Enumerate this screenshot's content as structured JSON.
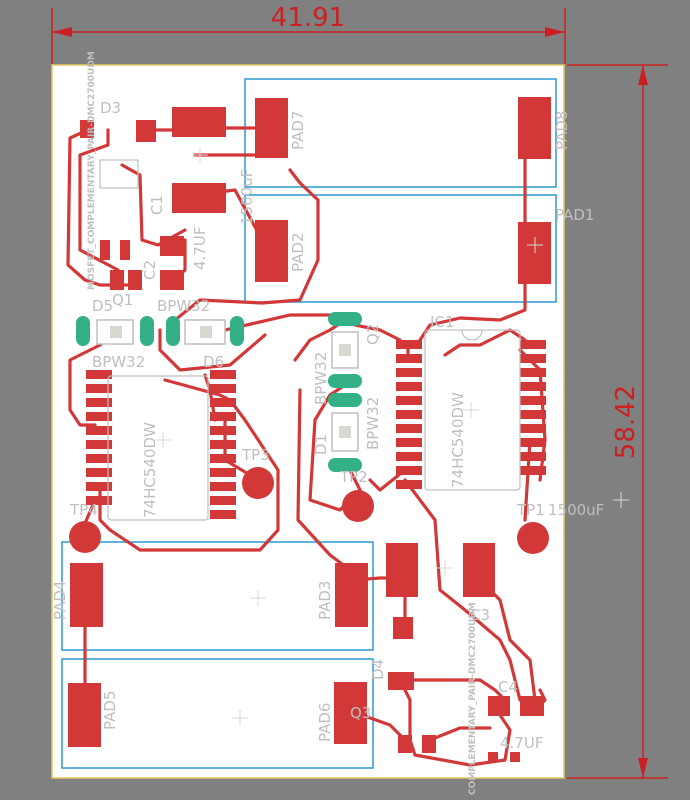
{
  "dimensions": {
    "width": "41.91",
    "height": "58.42"
  },
  "pads": [
    "PAD7",
    "PAD8",
    "PAD1",
    "PAD2",
    "PAD3",
    "PAD4",
    "PAD5",
    "PAD6"
  ],
  "components": [
    "D3",
    "C1",
    "C2",
    "4.7UF",
    "1500uF",
    "D6",
    "BPW32",
    "Q1",
    "D5",
    "Q2",
    "D1",
    "IC1",
    "74HC540DW",
    "TP1",
    "TP2",
    "TP3",
    "TP4",
    "C3",
    "C4",
    "D4"
  ],
  "labels": {
    "d3": "D3",
    "c1": "C1",
    "c2": "C2",
    "uf47_a": "4.7UF",
    "uf1500_a": "1500uF",
    "pad7": "PAD7",
    "pad8": "PAD8",
    "pad1": "PAD1",
    "pad2": "PAD2",
    "pad3": "PAD3",
    "pad4": "PAD4",
    "pad5": "PAD5",
    "pad6": "PAD6",
    "d5": "D5",
    "q1": "Q1",
    "bpw32_a": "BPW32",
    "bpw32_b": "BPW32",
    "d6": "D6",
    "bpw32_c": "BPW32",
    "bpw32_d": "BPW32",
    "q2": "Q2",
    "d1": "D1",
    "ic1": "IC1",
    "ic_left": "74HC540DW",
    "ic_right": "74HC540DW",
    "tp1": "TP1",
    "tp2": "TP2",
    "tp3": "TP3",
    "tp4": "TP4",
    "uf1500_b": "1500uF",
    "c3": "C3",
    "c4": "C4",
    "d4": "D4",
    "q3": "Q3",
    "uf47_b": "4.7UF",
    "mosfet_top": "MOSFET_COMPLEMENTARY_PAIR-DMC2700UDM",
    "mosfet_bottom": "COMPLEMENTARY_PAIR-DMC2700UDM"
  },
  "colors": {
    "background": "#808080",
    "board": "#ffffff",
    "board_outline": "#e8c860",
    "copper": "#d23838",
    "pad_box": "#2a9ad0",
    "silkscreen": "#bfbfbf",
    "diode_pads": "#33b087",
    "dimension": "#cc2020"
  }
}
